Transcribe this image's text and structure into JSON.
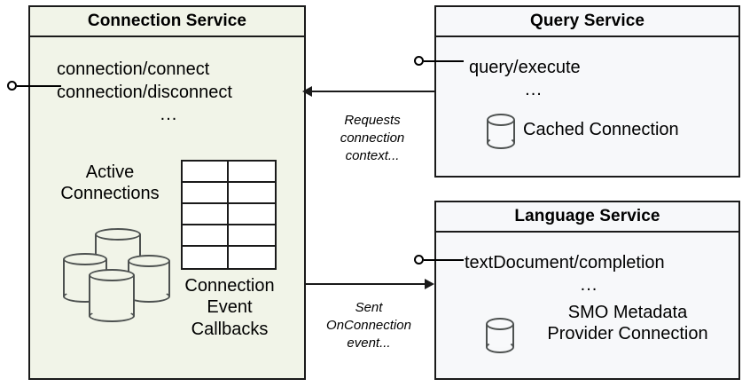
{
  "diagram": {
    "type": "uml-component-diagram",
    "background": "#ffffff"
  },
  "colors": {
    "connection_service_fill": "#f1f4e8",
    "service_fill": "#f7f8fa",
    "stroke": "#1a1a1a",
    "cylinder_stroke": "#4d5150"
  },
  "components": {
    "connection_service": {
      "title": "Connection Service",
      "operations": [
        "connection/connect",
        "connection/disconnect"
      ],
      "ellipsis": "...",
      "active_connections_label_line1": "Active",
      "active_connections_label_line2": "Connections",
      "callbacks_label_line1": "Connection",
      "callbacks_label_line2": "Event",
      "callbacks_label_line3": "Callbacks",
      "grid_rows": 5,
      "grid_cols": 2,
      "cylinder_count": 4
    },
    "query_service": {
      "title": "Query Service",
      "operations": [
        "query/execute"
      ],
      "ellipsis": "...",
      "artifact_label": "Cached Connection",
      "cylinder_count": 1
    },
    "language_service": {
      "title": "Language Service",
      "operations": [
        "textDocument/completion"
      ],
      "ellipsis": "...",
      "artifact_label_line1": "SMO Metadata",
      "artifact_label_line2": "Provider Connection",
      "cylinder_count": 1
    }
  },
  "connectors": [
    {
      "id": "query-to-connection",
      "label_line1": "Requests",
      "label_line2": "connection",
      "label_line3": "context...",
      "direction": "left"
    },
    {
      "id": "connection-to-language",
      "label_line1": "Sent",
      "label_line2": "OnConnection",
      "label_line3": "event...",
      "direction": "right"
    }
  ],
  "interfaces": [
    {
      "id": "connection-service-provided",
      "shape": "lollipop"
    },
    {
      "id": "query-service-provided",
      "shape": "lollipop"
    },
    {
      "id": "language-service-provided",
      "shape": "lollipop"
    }
  ]
}
